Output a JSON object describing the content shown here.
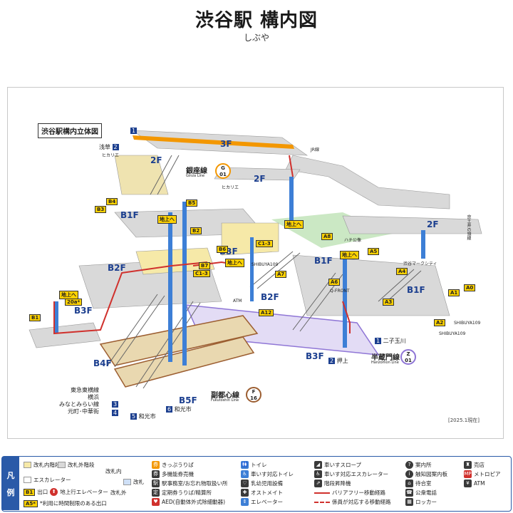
{
  "header": {
    "title": "渋谷駅 構内図",
    "subtitle": "しぶや"
  },
  "map": {
    "inset_label": "渋谷駅構内立体図",
    "date_note": "[2025.1現在]",
    "floors": [
      "3F",
      "2F",
      "2F",
      "2F",
      "B1F",
      "B1F",
      "B1F",
      "B2F",
      "B2F",
      "B3F",
      "B3F",
      "B3F",
      "B4F",
      "B5F"
    ],
    "exits": [
      "B1",
      "B3",
      "B4",
      "B5",
      "B2",
      "B6",
      "B7",
      "C1-3",
      "C1-3",
      "A8",
      "A5",
      "A7",
      "A4",
      "A6",
      "A12",
      "A3",
      "A1",
      "A0",
      "A2"
    ],
    "ground_up": [
      "地上へ",
      "地上へ",
      "地上へ",
      "地上へ",
      "地上へ"
    ],
    "special_exit": "20a*",
    "lines": {
      "ginza": {
        "name": "銀座線",
        "roman": "Ginza Line",
        "code": "G",
        "num": "01"
      },
      "hanzomon": {
        "name": "半蔵門線",
        "roman": "Hanzomon Line",
        "code": "Z",
        "num": "01"
      },
      "fukutoshin": {
        "name": "副都心線",
        "roman": "Fukutoshin Line",
        "code": "F",
        "num": "16"
      },
      "tokyu": [
        "東急東横線",
        "横浜",
        "みなとみらい線",
        "元町･中華街"
      ]
    },
    "tracks": [
      {
        "num": "1",
        "label": ""
      },
      {
        "num": "2",
        "label": "浅草"
      },
      {
        "num": "1",
        "label": "二子玉川"
      },
      {
        "num": "2",
        "label": "押上"
      },
      {
        "num": "3",
        "label": ""
      },
      {
        "num": "4",
        "label": ""
      },
      {
        "num": "5",
        "label": "和光市"
      },
      {
        "num": "6",
        "label": "和光市"
      }
    ],
    "places": [
      "ヒカリエ",
      "ヒカリエ",
      "JR線",
      "京王井の頭線",
      "ハチ公像",
      "渋谷マークシティ",
      "SHIBUYA109",
      "SHIBUYA109",
      "SHIBUYA109",
      "Q-FRONT",
      "ATM"
    ]
  },
  "legend": {
    "side_label": [
      "凡",
      "例"
    ],
    "items": {
      "gates_in": "改札内階段",
      "gates_out": "改札外階段",
      "escalator": "エスカレーター",
      "gate_area_in": "改札内",
      "gate_area_out": "改札外",
      "gate": "改札",
      "exit_code": "B1",
      "exit_text": "出口",
      "elevator_exit": "地上行エレベーター",
      "exit_limited_code": "A5*",
      "exit_limited_text": "*利用に時間制限のある出口",
      "ticket": "きっぷうりば",
      "multi_ticket": "多機能券売機",
      "station_office": "駅事務室/お忘れ物取扱い所",
      "commuter": "定期券うりば/精算所",
      "aed": "AED(自動体外式除細動器)",
      "toilet": "トイレ",
      "wheelchair_toilet": "車いす対応トイレ",
      "baby": "乳幼児用設備",
      "ostomate": "オストメイト",
      "elevator": "エレベーター",
      "slope": "車いすスロープ",
      "wheelchair_escalator": "車いす対応エスカレーター",
      "stairlift": "階段昇降機",
      "barrier_free": "バリアフリー移動経路",
      "staff_route": "係員が対応する移動経路",
      "info": "案内所",
      "tactile": "触知図案内板",
      "waiting": "待合室",
      "phone": "公衆電話",
      "locker": "ロッカー",
      "shop": "売店",
      "metropia": "メトロピア",
      "atm": "ATM"
    }
  },
  "colors": {
    "ginza": "#f39700",
    "hanzomon": "#8f76d6",
    "fukutoshin": "#9c5e31",
    "platform": "#d9d9d9",
    "concourse": "#f6e9a8",
    "blue": "#3d7fd6",
    "accessible": "#d0312d",
    "green_area": "#cbe8c4"
  }
}
